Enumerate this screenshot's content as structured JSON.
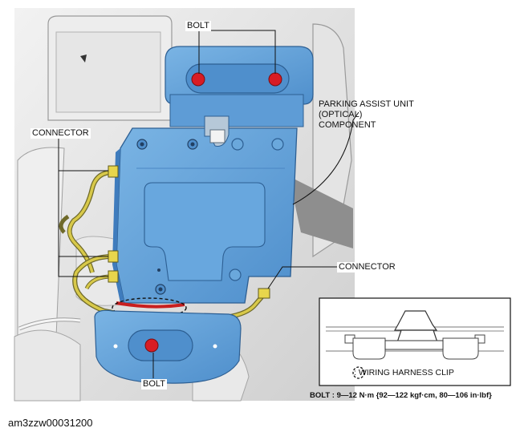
{
  "labels": {
    "bolt_top": "BOLT",
    "bolt_bottom": "BOLT",
    "connector_left": "CONNECTOR",
    "connector_right": "CONNECTOR",
    "unit": "PARKING ASSIST UNIT (OPTICAL) COMPONENT"
  },
  "inset": {
    "legend_text": ": WIRING HARNESS CLIP"
  },
  "torque_spec": "BOLT : 9—12 N·m {92—122 kgf·cm, 80—106 in·lbf}",
  "caption": "am3zzw00031200",
  "colors": {
    "unit_blue": "#6aa8dc",
    "bracket_blue": "#5b9bd8",
    "bolt_red": "#d81c24",
    "wire_yellow": "#d8c94a",
    "connector_yellow": "#e8d64c"
  }
}
